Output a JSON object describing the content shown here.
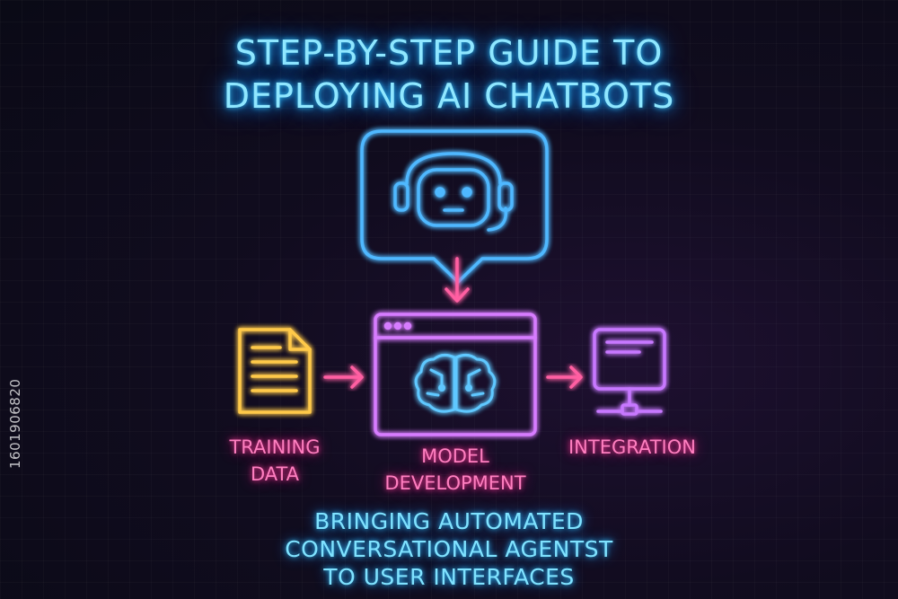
{
  "title": {
    "line1": "STEP-BY-STEP GUIDE TO",
    "line2": "DEPLOYING AI CHATBOTS"
  },
  "steps": [
    {
      "label_line1": "TRAINING",
      "label_line2": "DATA",
      "icon": "document-icon",
      "color": "#ffc94a"
    },
    {
      "label_line1": "MODEL",
      "label_line2": "DEVELOPMENT",
      "icon": "brain-window-icon",
      "color": "#d77cff"
    },
    {
      "label_line1": "INTEGRATION",
      "label_line2": "",
      "icon": "monitor-network-icon",
      "color": "#c778ff"
    }
  ],
  "top_node": {
    "icon": "robot-headset-speech-bubble-icon",
    "color": "#4fb8ff"
  },
  "subtitle": {
    "line1": "BRINGING AUTOMATED",
    "line2": "CONVERSATIONAL AGENTST",
    "line3": "TO USER INTERFACES"
  },
  "side_id": "1601906820",
  "colors": {
    "cyan": "#8fe7ff",
    "pink": "#ff7fc0",
    "yellow": "#ffc94a",
    "purple": "#d77cff",
    "blue": "#4fb8ff"
  }
}
